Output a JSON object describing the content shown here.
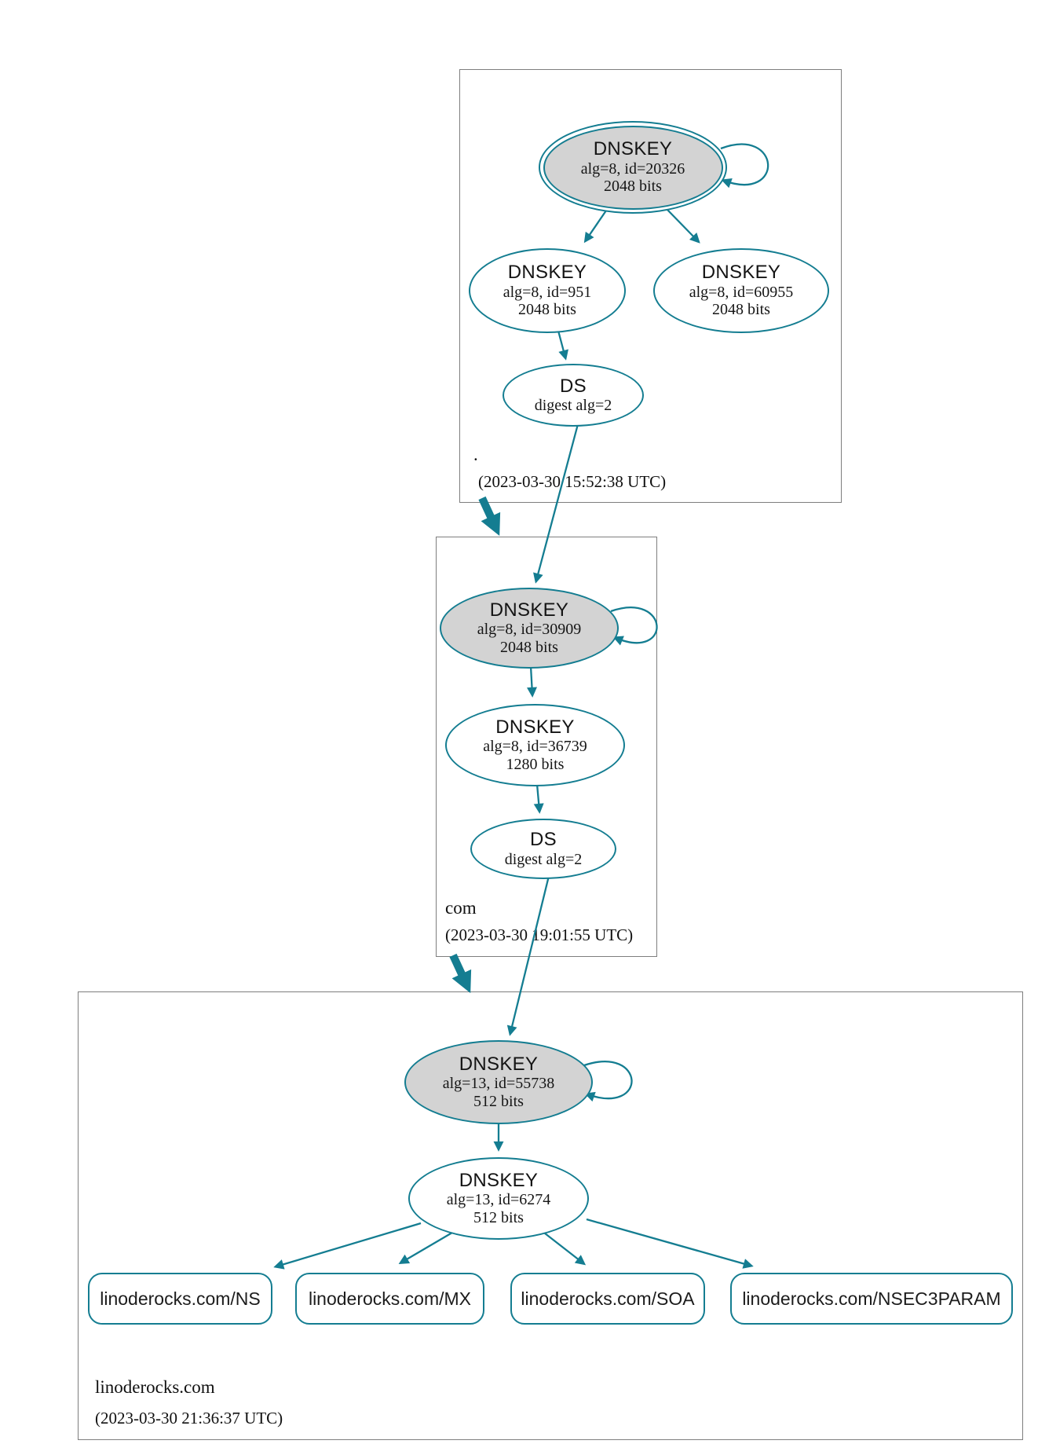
{
  "colors": {
    "secure_teal": "#147d91",
    "node_fill_gray": "#d3d3d3",
    "box_border_gray": "#7e7e7e",
    "background": "#ffffff"
  },
  "root_zone": {
    "label": ".",
    "timestamp": "(2023-03-30 15:52:38 UTC)",
    "ksk": {
      "title": "DNSKEY",
      "detail": "alg=8, id=20326",
      "bits": "2048 bits"
    },
    "zsk_left": {
      "title": "DNSKEY",
      "detail": "alg=8, id=951",
      "bits": "2048 bits"
    },
    "zsk_right": {
      "title": "DNSKEY",
      "detail": "alg=8, id=60955",
      "bits": "2048 bits"
    },
    "ds": {
      "title": "DS",
      "detail": "digest alg=2"
    }
  },
  "com_zone": {
    "label": "com",
    "timestamp": "(2023-03-30 19:01:55 UTC)",
    "ksk": {
      "title": "DNSKEY",
      "detail": "alg=8, id=30909",
      "bits": "2048 bits"
    },
    "zsk": {
      "title": "DNSKEY",
      "detail": "alg=8, id=36739",
      "bits": "1280 bits"
    },
    "ds": {
      "title": "DS",
      "detail": "digest alg=2"
    }
  },
  "lino_zone": {
    "label": "linoderocks.com",
    "timestamp": "(2023-03-30 21:36:37 UTC)",
    "ksk": {
      "title": "DNSKEY",
      "detail": "alg=13, id=55738",
      "bits": "512 bits"
    },
    "zsk": {
      "title": "DNSKEY",
      "detail": "alg=13, id=6274",
      "bits": "512 bits"
    },
    "rrsets": [
      {
        "label": "linoderocks.com/NS"
      },
      {
        "label": "linoderocks.com/MX"
      },
      {
        "label": "linoderocks.com/SOA"
      },
      {
        "label": "linoderocks.com/NSEC3PARAM"
      }
    ]
  }
}
